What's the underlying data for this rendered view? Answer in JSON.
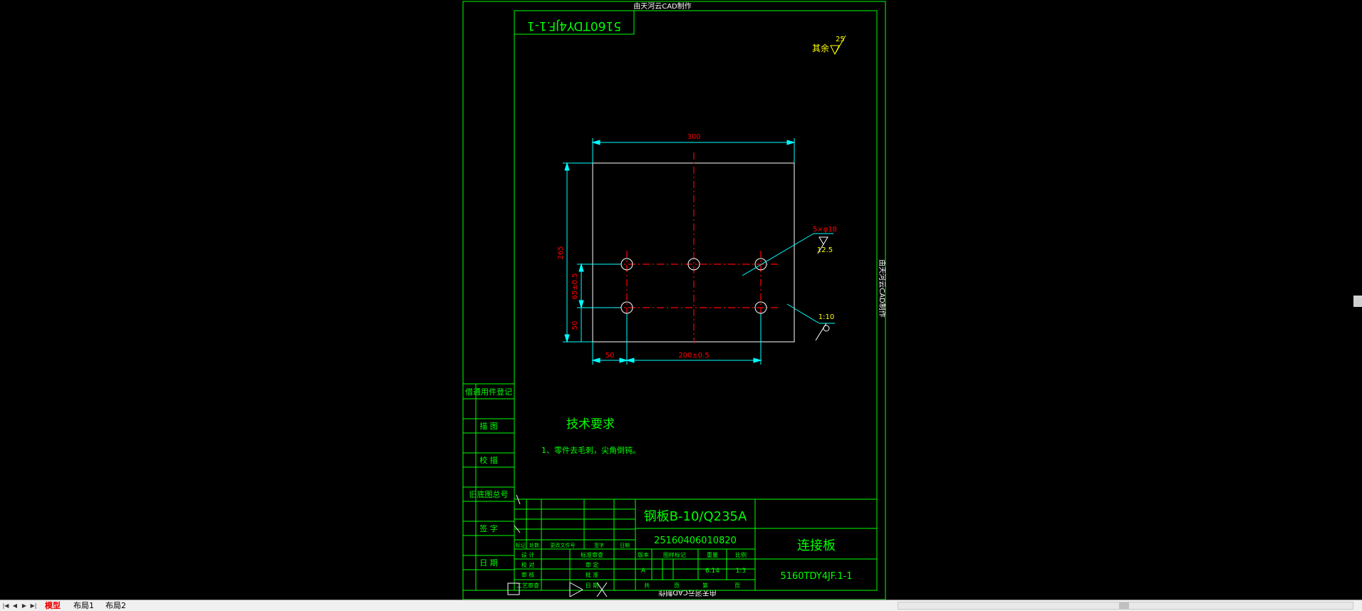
{
  "drawing": {
    "watermark_top": "由天河云CAD制作",
    "watermark_bottom": "由天河云CAD制作",
    "watermark_right": "由天河云CAD制作",
    "drawing_no_upside": "5160TDY4JF.1-1",
    "roughness_prefix": "其余",
    "roughness_value": "25",
    "dims": {
      "width": "300",
      "height": "265",
      "v_spacing": "65±0.5",
      "v_offset": "50",
      "h_offset": "50",
      "h_spacing": "200±0.5",
      "holes": "5×φ18",
      "hole_roughness": "12.5",
      "edge_roughness": "1:10"
    },
    "tech_title": "技术要求",
    "tech_item": "1、零件去毛刺，尖角倒钝。",
    "side_labels": [
      "借通用件登记",
      "描  图",
      "校  描",
      "旧底图总号",
      "签  字",
      "日  期"
    ],
    "title_block": {
      "material": "钢板B-10/Q235A",
      "code": "25160406010820",
      "part_name": "连接板",
      "drawing_no": "5160TDY4JF.1-1",
      "rev_headers": [
        "标记",
        "处数",
        "更改文件号",
        "签字",
        "日期"
      ],
      "left_rows": [
        "设 计",
        "校 对",
        "审 核",
        "工艺审查"
      ],
      "mid_rows": [
        "标准审查",
        "审 定",
        "批 准",
        "日 期"
      ],
      "attr_headers": [
        "版本",
        "图样标记",
        "重量",
        "比例"
      ],
      "version": "A",
      "weight": "6.14",
      "scale": "1:3",
      "sheets_total": "共",
      "sheets_unit": "页",
      "sheet_no": "第",
      "sheet_unit": "页"
    }
  },
  "tabs": [
    {
      "label": "模型",
      "active": true
    },
    {
      "label": "布局1",
      "active": false
    },
    {
      "label": "布局2",
      "active": false
    }
  ],
  "colors": {
    "border": "#00ff00",
    "title_text": "#00ff00",
    "part_outline": "#ffffff",
    "dimension": "#00ffff",
    "dimension_text": "#ff0000",
    "centerline": "#ff0000",
    "background": "#000000"
  }
}
